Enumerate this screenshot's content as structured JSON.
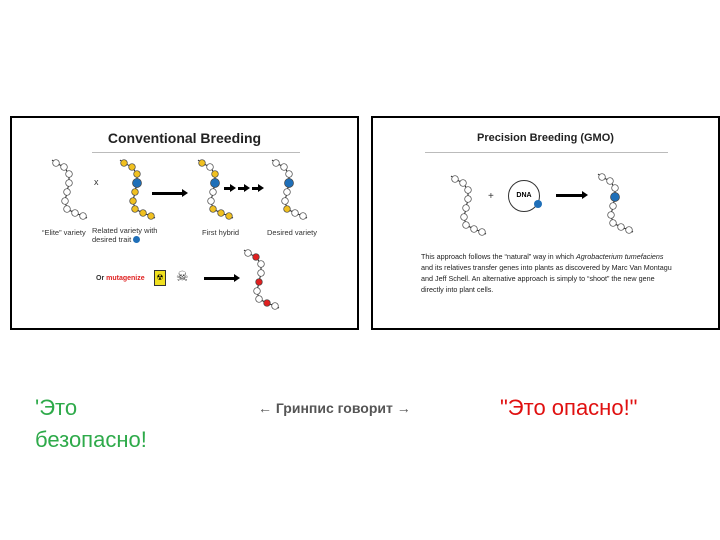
{
  "left_panel": {
    "title": "Conventional Breeding",
    "cross": "x",
    "labels": {
      "elite": "“Elite” variety",
      "related": "Related variety with desired trait",
      "first": "First hybrid",
      "desired": "Desired variety"
    },
    "or": "Or",
    "mutagenize": "mutagenize"
  },
  "right_panel": {
    "title": "Precision Breeding (GMO)",
    "plus": "+",
    "dna": "DNA",
    "para_1": "This approach follows the “natural” way in which ",
    "para_italic": "Agrobacterium tumefaciens",
    "para_2": " and its relatives transfer genes into plants as discovered by Marc Van Montagu and Jeff Schell.  An alternative approach is simply to “shoot” the new gene directly into plant cells."
  },
  "captions": {
    "safe": "'Это безопасно!",
    "middle": "← Гринпис говорит →",
    "danger": "\"Это опасно!\""
  },
  "colors": {
    "blue": "#1f6fb8",
    "yellow": "#f0c020",
    "red": "#e02020",
    "white": "#ffffff",
    "green": "#2eaa4a",
    "danger": "#e01010",
    "middle": "#555555"
  },
  "chains": {
    "elite": [
      "w",
      "w",
      "w",
      "w",
      "w",
      "w",
      "w",
      "w",
      "w"
    ],
    "related": [
      "y",
      "y",
      "y",
      "b",
      "y",
      "y",
      "y",
      "y",
      "y"
    ],
    "hybrid": [
      "y",
      "w",
      "y",
      "b",
      "w",
      "w",
      "y",
      "y",
      "y"
    ],
    "desired": [
      "w",
      "w",
      "w",
      "b",
      "w",
      "w",
      "y",
      "w",
      "w"
    ],
    "mutant": [
      "w",
      "r",
      "w",
      "w",
      "r",
      "w",
      "w",
      "r",
      "w"
    ],
    "gmo_in": [
      "w",
      "w",
      "w",
      "w",
      "w",
      "w",
      "w",
      "w",
      "w"
    ],
    "gmo_out": [
      "w",
      "w",
      "w",
      "b",
      "w",
      "w",
      "w",
      "w",
      "w"
    ]
  }
}
